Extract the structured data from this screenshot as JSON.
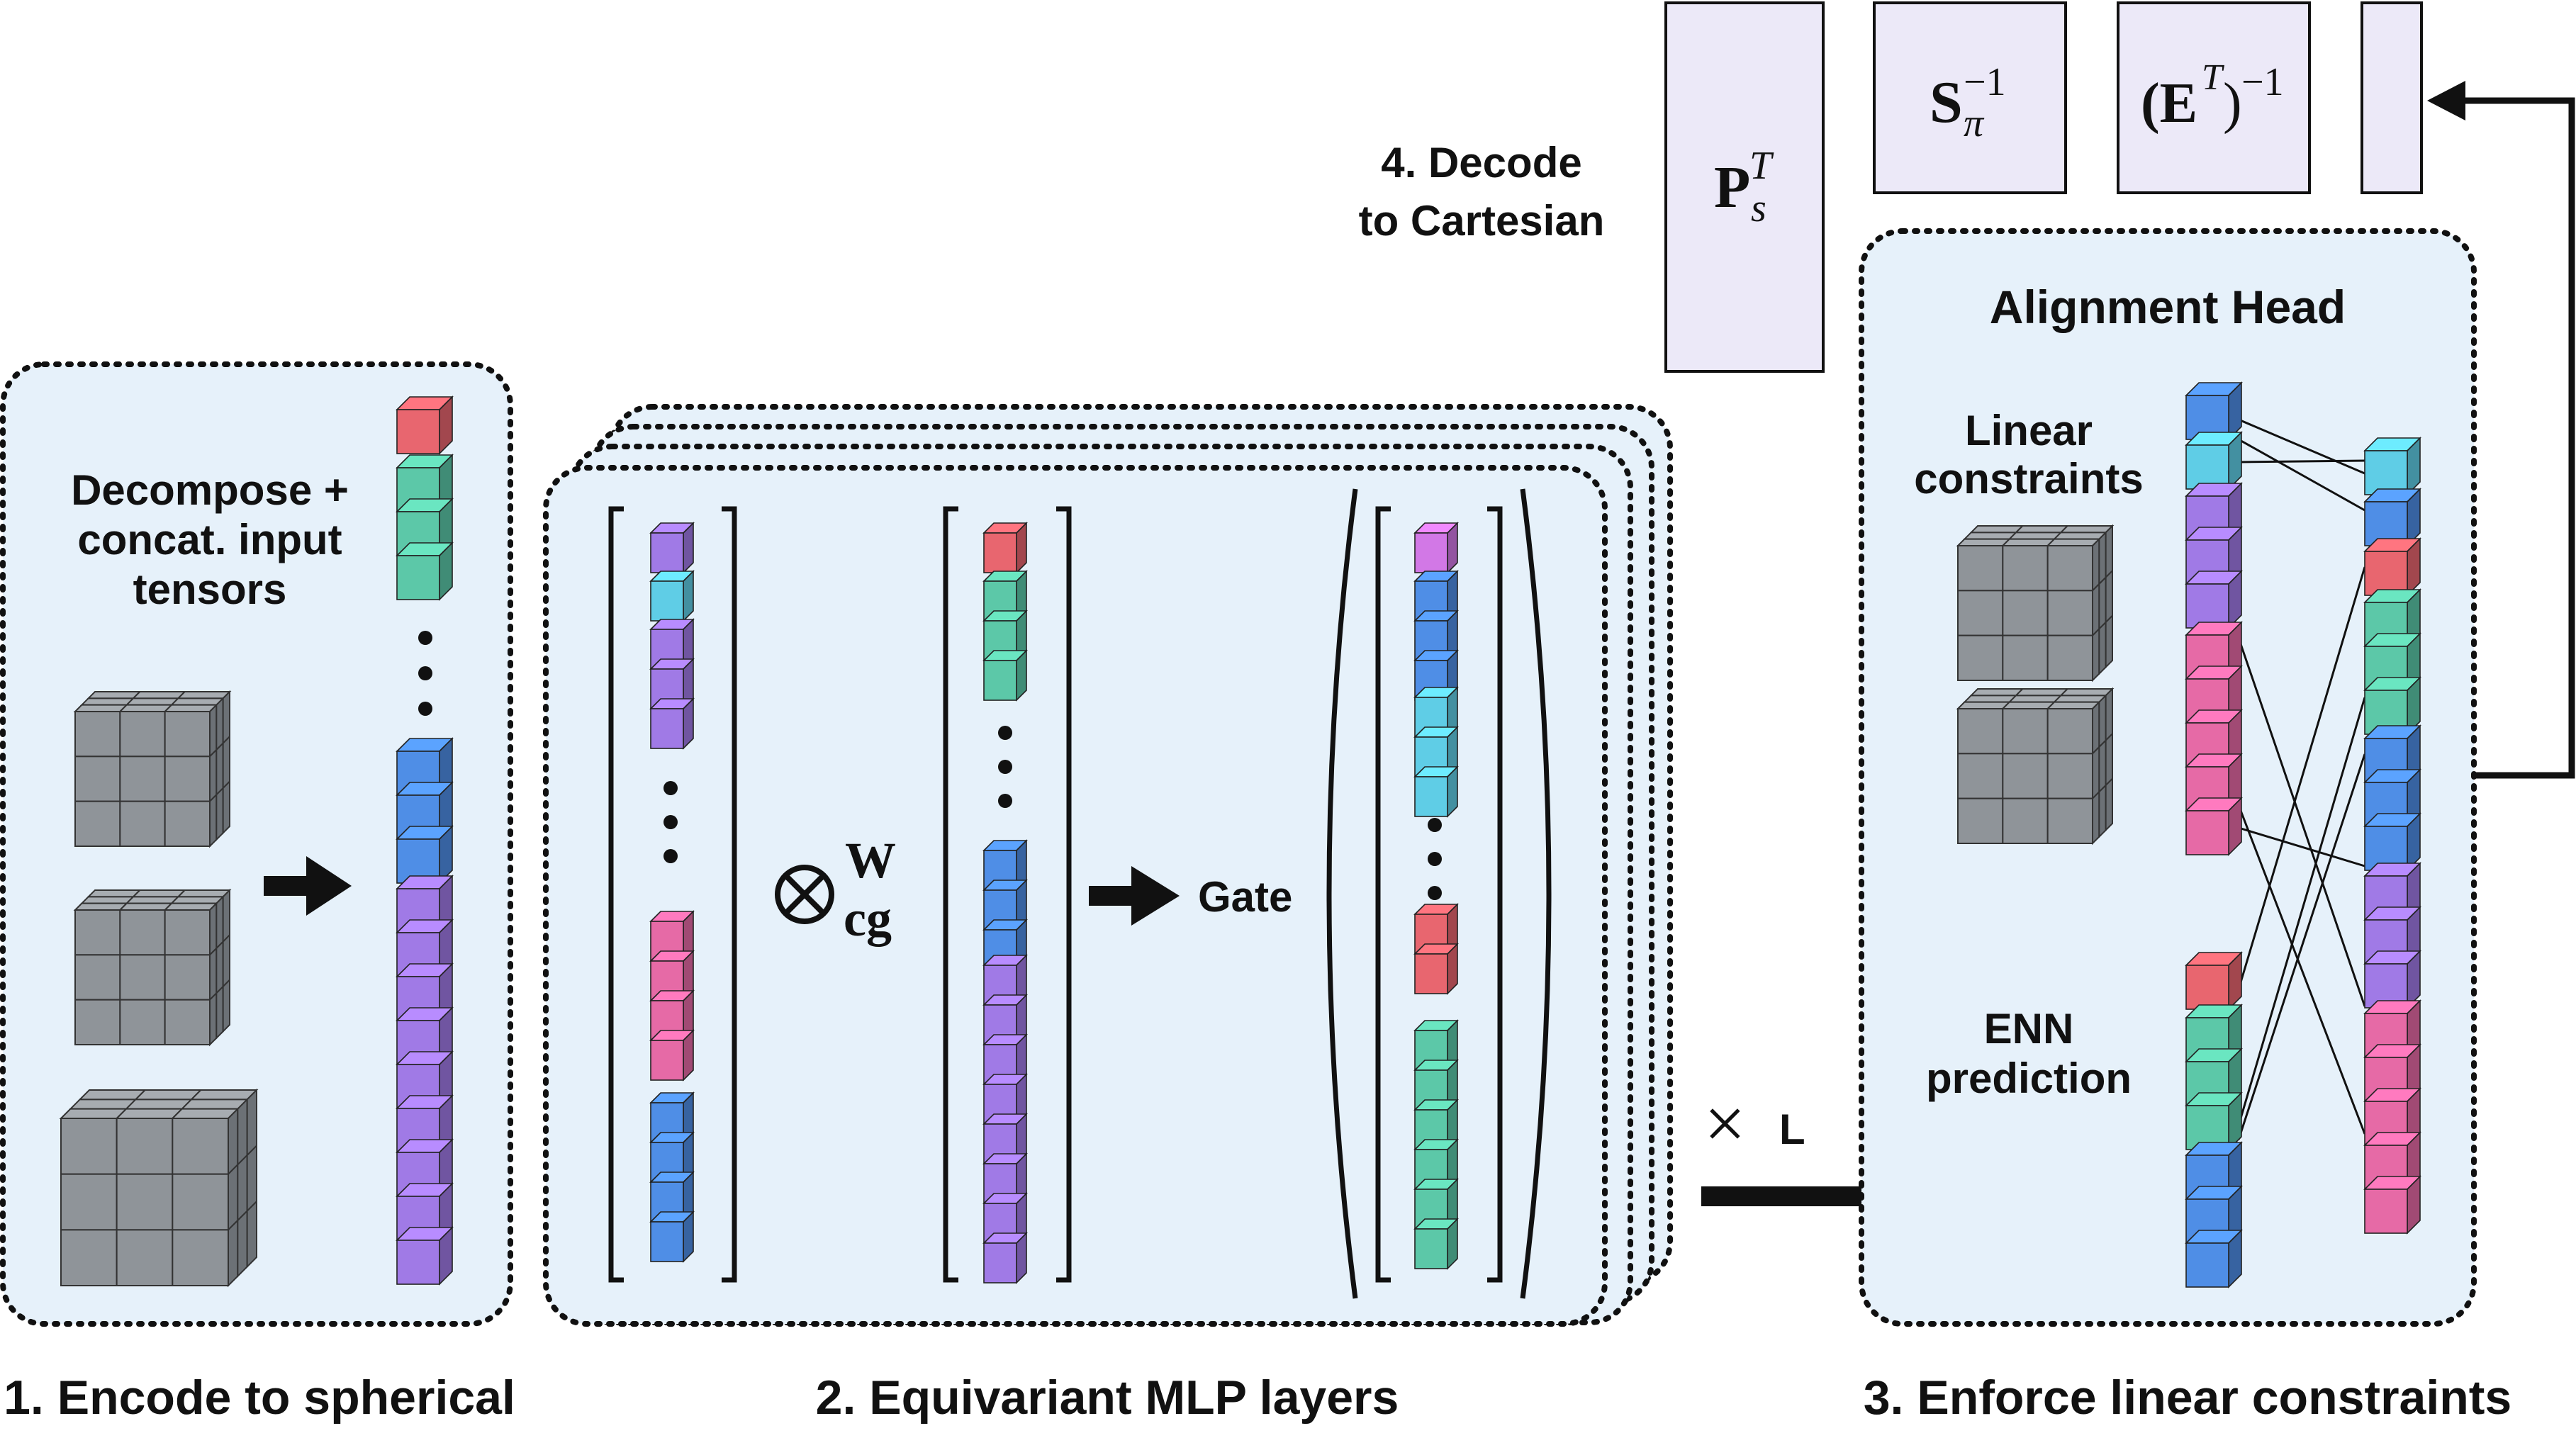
{
  "colors": {
    "panel_fill": "#e6f1fa",
    "decode_box_fill": "#ece9f8",
    "cube_gray": "#8f9499",
    "red": "#e8666f",
    "teal": "#5cc8a8",
    "blue": "#4f8ee6",
    "cyan": "#5fcde6",
    "purple": "#a07ae6",
    "pink": "#e66aa6",
    "magenta": "#d278e6"
  },
  "encode": {
    "label": "Decompose + concat. input tensors",
    "label_lines": [
      "Decompose +",
      "concat. input",
      "tensors"
    ],
    "caption": "1. Encode to spherical"
  },
  "mlp": {
    "op_symbol": "⊗",
    "weight_label": "W",
    "weight_sub": "cg",
    "gate_label": "Gate",
    "caption": "2. Equivariant MLP layers"
  },
  "repeat": {
    "times": "×",
    "count": "L"
  },
  "alignment": {
    "title": "Alignment Head",
    "linear_label": "Linear constraints",
    "linear_lines": [
      "Linear",
      "constraints"
    ],
    "enn_label": "ENN prediction",
    "enn_lines": [
      "ENN",
      "prediction"
    ],
    "caption": "3. Enforce linear constraints"
  },
  "decode": {
    "label": "4. Decode to Cartesian",
    "label_lines": [
      "4. Decode",
      "to Cartesian"
    ],
    "boxes": [
      {
        "symbol": "P",
        "sup": "T",
        "sub": "s"
      },
      {
        "symbol": "S",
        "sup": "−1",
        "sub": "π"
      },
      {
        "symbol": "(E",
        "sup_inner": "T",
        "close": ")",
        "sup": "−1"
      },
      {
        "symbol": ""
      }
    ]
  }
}
